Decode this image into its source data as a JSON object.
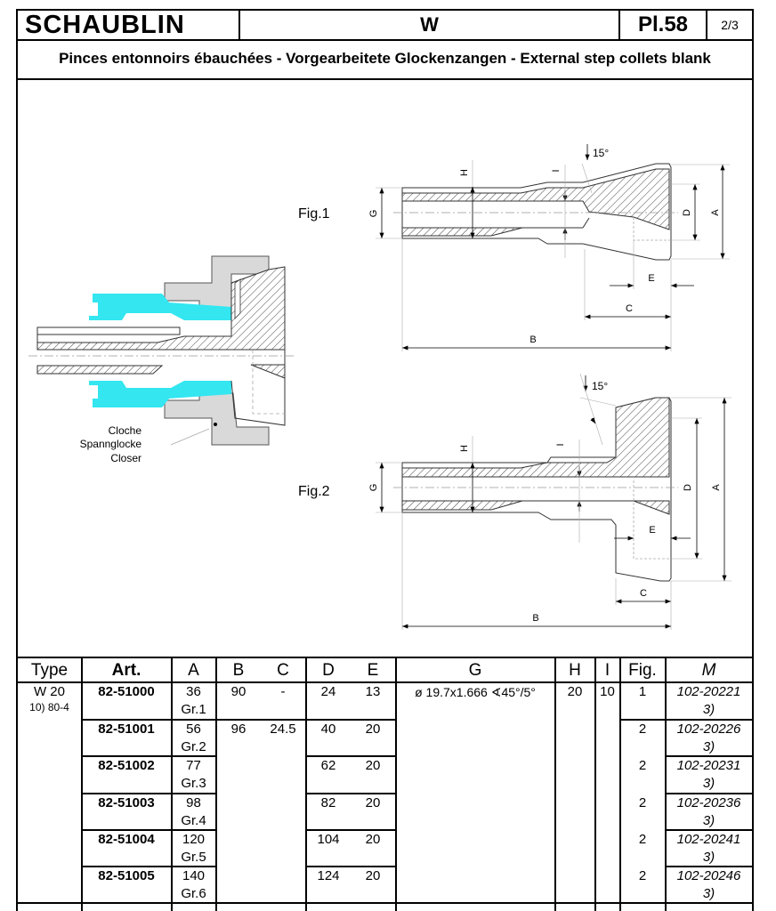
{
  "header": {
    "brand": "SCHAUBLIN",
    "series": "W",
    "plate": "Pl.58",
    "page": "2/3",
    "subtitle": "Pinces entonnoirs ébauchées - Vorgearbeitete Glockenzangen - External step collets blank"
  },
  "drawing": {
    "assembly_labels": [
      "Cloche",
      "Spannglocke",
      "Closer"
    ],
    "fig1": {
      "label": "Fig.1",
      "angle": "15°",
      "dims": {
        "G": "G",
        "H": "H",
        "I": "I",
        "D": "D",
        "A": "A",
        "E": "E",
        "C": "C",
        "B": "B"
      }
    },
    "fig2": {
      "label": "Fig.2",
      "angle": "15°",
      "dims": {
        "G": "G",
        "H": "H",
        "I": "I",
        "D": "D",
        "A": "A",
        "E": "E",
        "C": "C",
        "B": "B"
      }
    },
    "colors": {
      "collet_channel": "#33e6f0",
      "closer_fill": "#d9d9d9",
      "line": "#333333"
    }
  },
  "table": {
    "headers": {
      "type": "Type",
      "art": "Art.",
      "a": "A",
      "b": "B",
      "c": "C",
      "d": "D",
      "e": "E",
      "g": "G",
      "h": "H",
      "i": "I",
      "fig": "Fig.",
      "m": "M"
    },
    "type_value": "W 20",
    "type_note": "10) 80-4",
    "shared": {
      "g": "ø 19.7x1.666 ∢45°/5°",
      "h": "20",
      "i": "10"
    },
    "rows": [
      {
        "art": "82-51000",
        "a": "36",
        "a_group": "Gr.1",
        "b": "90",
        "c": "-",
        "d": "24",
        "e": "13",
        "fig": "1",
        "m": "102-20221",
        "m_note": "3)"
      },
      {
        "art": "82-51001",
        "a": "56",
        "a_group": "Gr.2",
        "b": "96",
        "c": "24.5",
        "d": "40",
        "e": "20",
        "fig": "2",
        "m": "102-20226",
        "m_note": "3)"
      },
      {
        "art": "82-51002",
        "a": "77",
        "a_group": "Gr.3",
        "d": "62",
        "e": "20",
        "fig": "2",
        "m": "102-20231",
        "m_note": "3)"
      },
      {
        "art": "82-51003",
        "a": "98",
        "a_group": "Gr.4",
        "d": "82",
        "e": "20",
        "fig": "2",
        "m": "102-20236",
        "m_note": "3)"
      },
      {
        "art": "82-51004",
        "a": "120",
        "a_group": "Gr.5",
        "d": "104",
        "e": "20",
        "fig": "2",
        "m": "102-20241",
        "m_note": "3)"
      },
      {
        "art": "82-51005",
        "a": "140",
        "a_group": "Gr.6",
        "d": "124",
        "e": "20",
        "fig": "2",
        "m": "102-20246",
        "m_note": "3)"
      }
    ]
  }
}
